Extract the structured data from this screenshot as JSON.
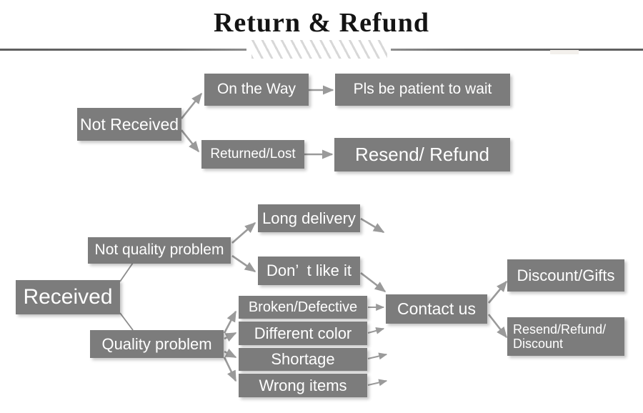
{
  "header": {
    "title": "Return & Refund",
    "divider_left": "horizontal-rule",
    "divider_center": "diagonal-hatch-ornament",
    "divider_right": "horizontal-rule"
  },
  "diagram": {
    "type": "flowchart",
    "box_color": "#7c7c7c",
    "text_color": "#ffffff",
    "connector_color": "#9a9a9a",
    "branches": [
      {
        "id": "not-received",
        "root": "Not Received",
        "nodes": [
          {
            "id": "on-the-way",
            "label": "On the Way"
          },
          {
            "id": "pls-wait",
            "label": "Pls be patient to wait"
          },
          {
            "id": "returned-lost",
            "label": "Returned/Lost"
          },
          {
            "id": "resend-refund",
            "label": "Resend/ Refund"
          }
        ],
        "edges": [
          {
            "from": "not-received",
            "to": "on-the-way"
          },
          {
            "from": "on-the-way",
            "to": "pls-wait"
          },
          {
            "from": "not-received",
            "to": "returned-lost"
          },
          {
            "from": "returned-lost",
            "to": "resend-refund"
          }
        ]
      },
      {
        "id": "received",
        "root": "Received",
        "nodes": [
          {
            "id": "not-quality-problem",
            "label": "Not quality problem"
          },
          {
            "id": "quality-problem",
            "label": "Quality problem"
          },
          {
            "id": "long-delivery",
            "label": "Long delivery"
          },
          {
            "id": "dont-like-it",
            "label": "Don’  t like it"
          },
          {
            "id": "broken-defective",
            "label": "Broken/Defective"
          },
          {
            "id": "different-color",
            "label": "Different color"
          },
          {
            "id": "shortage",
            "label": "Shortage"
          },
          {
            "id": "wrong-items",
            "label": "Wrong items"
          },
          {
            "id": "contact-us",
            "label": "Contact us"
          },
          {
            "id": "discount-gifts",
            "label": "Discount/Gifts"
          },
          {
            "id": "resend-refund-discount",
            "label": "Resend/Refund/\nDiscount"
          }
        ],
        "edges": [
          {
            "from": "received",
            "to": "not-quality-problem"
          },
          {
            "from": "received",
            "to": "quality-problem"
          },
          {
            "from": "not-quality-problem",
            "to": "long-delivery"
          },
          {
            "from": "not-quality-problem",
            "to": "dont-like-it"
          },
          {
            "from": "quality-problem",
            "to": "broken-defective"
          },
          {
            "from": "quality-problem",
            "to": "different-color"
          },
          {
            "from": "quality-problem",
            "to": "shortage"
          },
          {
            "from": "quality-problem",
            "to": "wrong-items"
          },
          {
            "from": "long-delivery",
            "to": "contact-us"
          },
          {
            "from": "dont-like-it",
            "to": "contact-us"
          },
          {
            "from": "broken-defective",
            "to": "contact-us"
          },
          {
            "from": "different-color",
            "to": "contact-us"
          },
          {
            "from": "shortage",
            "to": "contact-us"
          },
          {
            "from": "wrong-items",
            "to": "contact-us"
          },
          {
            "from": "contact-us",
            "to": "discount-gifts"
          },
          {
            "from": "contact-us",
            "to": "resend-refund-discount"
          }
        ]
      }
    ]
  }
}
